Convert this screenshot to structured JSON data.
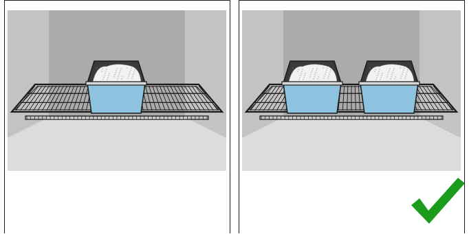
{
  "scene": {
    "colors": {
      "ceiling": "#ababab",
      "side_walls": "#c3c3c3",
      "floor": "#dcdcdc",
      "rack_wire": "#1a1a1a",
      "tin_fill": "#8ec3df",
      "tin_inner": "#3a3a3a",
      "tin_outline": "#1a1a1a",
      "powder": "#f2f2f2",
      "checkmark": "#1c9c1c"
    }
  },
  "panels": [
    {
      "id": "left",
      "tin_count": 1,
      "has_checkmark": false
    },
    {
      "id": "right",
      "tin_count": 2,
      "has_checkmark": true,
      "checkmark_icon": "checkmark-icon"
    }
  ]
}
